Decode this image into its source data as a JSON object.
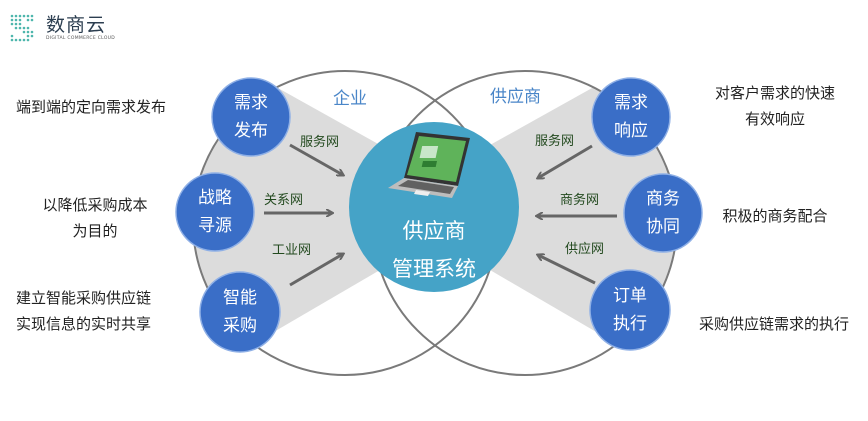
{
  "logo": {
    "title": "数商云",
    "subtitle": "DIGITAL COMMERCE CLOUD"
  },
  "colors": {
    "node_blue": "#3a6ec7",
    "center_teal": "#45a3c7",
    "wedge_gray": "#dcdcdc",
    "outline_gray": "#7a7a7a",
    "side_title_blue": "#4a86c8",
    "net_label_green": "#234a1f"
  },
  "sides": {
    "enterprise": "企业",
    "supplier": "供应商"
  },
  "center": {
    "icon": "laptop-icon",
    "line1": "供应商",
    "line2": "管理系统"
  },
  "left_nodes": [
    {
      "line1": "需求",
      "line2": "发布",
      "network": "服务网",
      "description": [
        "端到端的定向需求发布"
      ]
    },
    {
      "line1": "战略",
      "line2": "寻源",
      "network": "关系网",
      "description": [
        "以降低采购成本",
        "为目的"
      ]
    },
    {
      "line1": "智能",
      "line2": "采购",
      "network": "工业网",
      "description": [
        "建立智能采购供应链",
        "实现信息的实时共享"
      ]
    }
  ],
  "right_nodes": [
    {
      "line1": "需求",
      "line2": "响应",
      "network": "服务网",
      "description": [
        "对客户需求的快速",
        "有效响应"
      ]
    },
    {
      "line1": "商务",
      "line2": "协同",
      "network": "商务网",
      "description": [
        "积极的商务配合"
      ]
    },
    {
      "line1": "订单",
      "line2": "执行",
      "network": "供应网",
      "description": [
        "采购供应链需求的执行"
      ]
    }
  ]
}
